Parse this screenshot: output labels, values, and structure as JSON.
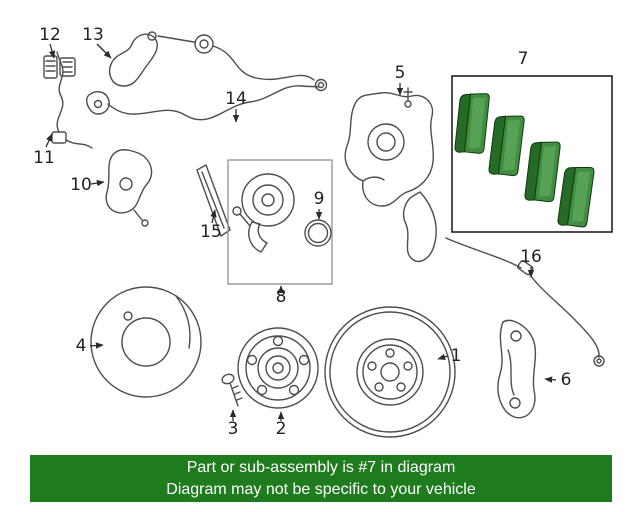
{
  "diagram": {
    "callouts": {
      "n1": "1",
      "n2": "2",
      "n3": "3",
      "n4": "4",
      "n5": "5",
      "n6": "6",
      "n7": "7",
      "n8": "8",
      "n9": "9",
      "n10": "10",
      "n11": "11",
      "n12": "12",
      "n13": "13",
      "n14": "14",
      "n15": "15",
      "n16": "16"
    },
    "highlighted_part": "7",
    "highlight_pad_color": "#3f8f3f",
    "highlight_box_color": "#111111",
    "line_color": "#4d4d4d"
  },
  "banner": {
    "line1": "Part or sub-assembly is #7 in diagram",
    "line2": "Diagram may not be specific to your vehicle",
    "background_color": "#1e7c1e",
    "text_color": "#ffffff"
  }
}
